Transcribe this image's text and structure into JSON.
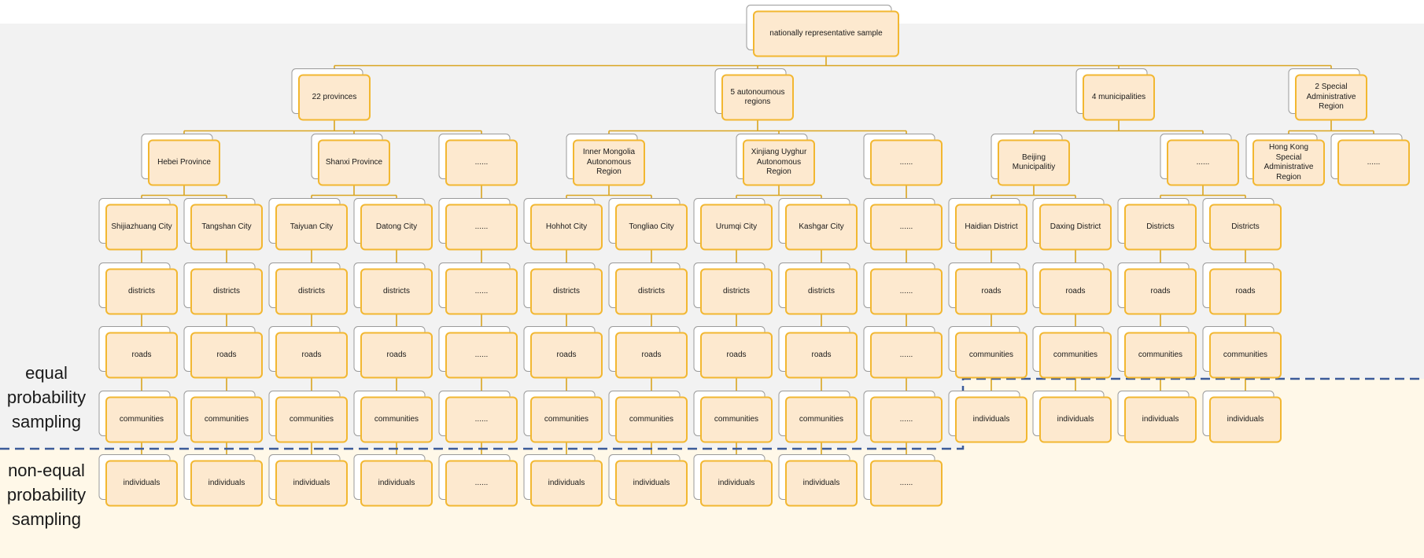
{
  "colors": {
    "upper_background": "#f2f2f2",
    "lower_background": "#fff8e8",
    "node_fill": "#fde9cf",
    "node_border": "#f2b731",
    "edge": "#d9a520",
    "divider": "#3b5b9a",
    "marker": "#c00000"
  },
  "side_labels": {
    "upper": "equal probability sampling",
    "lower": "non-equal probability sampling"
  },
  "nodes": [
    {
      "id": "root",
      "label": "nationally representative sample"
    },
    {
      "id": "prov",
      "label": "22 provinces",
      "parent": "root"
    },
    {
      "id": "auto",
      "label": "5 autonoumous regions",
      "parent": "root"
    },
    {
      "id": "muni",
      "label": "4 municipalities",
      "parent": "root"
    },
    {
      "id": "sar",
      "label": "2 Special Administrative Region",
      "parent": "root"
    },
    {
      "id": "hebei",
      "label": "Hebei Province",
      "parent": "prov"
    },
    {
      "id": "shanxi",
      "label": "Shanxi Province",
      "parent": "prov"
    },
    {
      "id": "prov_etc",
      "label": "......",
      "parent": "prov"
    },
    {
      "id": "imong",
      "label": "Inner Mongolia Autonomous Region",
      "parent": "auto"
    },
    {
      "id": "xinj",
      "label": "Xinjiang Uyghur Autonomous Region",
      "parent": "auto"
    },
    {
      "id": "auto_etc",
      "label": "......",
      "parent": "auto"
    },
    {
      "id": "beijing",
      "label": "Beijing Municipalitiy",
      "parent": "muni"
    },
    {
      "id": "muni_etc",
      "label": "......",
      "parent": "muni"
    },
    {
      "id": "hk",
      "label": "Hong Kong Special Administrative Region",
      "parent": "sar"
    },
    {
      "id": "sar_etc",
      "label": "......",
      "parent": "sar"
    },
    {
      "id": "sjz",
      "label": "Shijiazhuang City",
      "parent": "hebei"
    },
    {
      "id": "ts",
      "label": "Tangshan City",
      "parent": "hebei"
    },
    {
      "id": "ty",
      "label": "Taiyuan City",
      "parent": "shanxi"
    },
    {
      "id": "dt",
      "label": "Datong City",
      "parent": "shanxi"
    },
    {
      "id": "pe1",
      "label": "......",
      "parent": "prov_etc"
    },
    {
      "id": "hh",
      "label": "Hohhot City",
      "parent": "imong"
    },
    {
      "id": "tl",
      "label": "Tongliao City",
      "parent": "imong"
    },
    {
      "id": "ur",
      "label": "Urumqi  City",
      "parent": "xinj"
    },
    {
      "id": "ks",
      "label": "Kashgar City",
      "parent": "xinj"
    },
    {
      "id": "ae1",
      "label": "......",
      "parent": "auto_etc"
    },
    {
      "id": "hd",
      "label": "Haidian District",
      "parent": "beijing"
    },
    {
      "id": "dx",
      "label": "Daxing District",
      "parent": "beijing"
    },
    {
      "id": "md1",
      "label": "Districts",
      "parent": "muni_etc"
    },
    {
      "id": "md2",
      "label": "Districts",
      "parent": "muni_etc"
    },
    {
      "id": "sjz_d",
      "label": "districts",
      "parent": "sjz"
    },
    {
      "id": "ts_d",
      "label": "districts",
      "parent": "ts"
    },
    {
      "id": "ty_d",
      "label": "districts",
      "parent": "ty"
    },
    {
      "id": "dt_d",
      "label": "districts",
      "parent": "dt"
    },
    {
      "id": "pe2",
      "label": "......",
      "parent": "pe1"
    },
    {
      "id": "hh_d",
      "label": "districts",
      "parent": "hh"
    },
    {
      "id": "tl_d",
      "label": "districts",
      "parent": "tl"
    },
    {
      "id": "ur_d",
      "label": "districts",
      "parent": "ur"
    },
    {
      "id": "ks_d",
      "label": "districts",
      "parent": "ks"
    },
    {
      "id": "ae2",
      "label": "......",
      "parent": "ae1"
    },
    {
      "id": "hd_r",
      "label": "roads",
      "parent": "hd"
    },
    {
      "id": "dx_r",
      "label": "roads",
      "parent": "dx"
    },
    {
      "id": "md1_r",
      "label": "roads",
      "parent": "md1"
    },
    {
      "id": "md2_r",
      "label": "roads",
      "parent": "md2"
    },
    {
      "id": "sjz_r",
      "label": "roads",
      "parent": "sjz_d"
    },
    {
      "id": "ts_r",
      "label": "roads",
      "parent": "ts_d"
    },
    {
      "id": "ty_r",
      "label": "roads",
      "parent": "ty_d"
    },
    {
      "id": "dt_r",
      "label": "roads",
      "parent": "dt_d"
    },
    {
      "id": "pe3",
      "label": "......",
      "parent": "pe2"
    },
    {
      "id": "hh_r",
      "label": "roads",
      "parent": "hh_d"
    },
    {
      "id": "tl_r",
      "label": "roads",
      "parent": "tl_d"
    },
    {
      "id": "ur_r",
      "label": "roads",
      "parent": "ur_d"
    },
    {
      "id": "ks_r",
      "label": "roads",
      "parent": "ks_d"
    },
    {
      "id": "ae3",
      "label": "......",
      "parent": "ae2"
    },
    {
      "id": "hd_c",
      "label": "communities",
      "parent": "hd_r"
    },
    {
      "id": "dx_c",
      "label": "communities",
      "parent": "dx_r"
    },
    {
      "id": "md1_c",
      "label": "communities",
      "parent": "md1_r"
    },
    {
      "id": "md2_c",
      "label": "communities",
      "parent": "md2_r"
    },
    {
      "id": "sjz_c",
      "label": "communities",
      "parent": "sjz_r"
    },
    {
      "id": "ts_c",
      "label": "communities",
      "parent": "ts_r"
    },
    {
      "id": "ty_c",
      "label": "communities",
      "parent": "ty_r"
    },
    {
      "id": "dt_c",
      "label": "communities",
      "parent": "dt_r"
    },
    {
      "id": "pe4",
      "label": "......",
      "parent": "pe3"
    },
    {
      "id": "hh_c",
      "label": "communities",
      "parent": "hh_r"
    },
    {
      "id": "tl_c",
      "label": "communities",
      "parent": "tl_r"
    },
    {
      "id": "ur_c",
      "label": "communities",
      "parent": "ur_r"
    },
    {
      "id": "ks_c",
      "label": "communities",
      "parent": "ks_r"
    },
    {
      "id": "ae4",
      "label": "......",
      "parent": "ae3"
    },
    {
      "id": "hd_i",
      "label": "individuals",
      "parent": "hd_c"
    },
    {
      "id": "dx_i",
      "label": "individuals",
      "parent": "dx_c"
    },
    {
      "id": "md1_i",
      "label": "individuals",
      "parent": "md1_c"
    },
    {
      "id": "md2_i",
      "label": "individuals",
      "parent": "md2_c"
    },
    {
      "id": "sjz_i",
      "label": "individuals",
      "parent": "sjz_c"
    },
    {
      "id": "ts_i",
      "label": "individuals",
      "parent": "ts_c"
    },
    {
      "id": "ty_i",
      "label": "individuals",
      "parent": "ty_c"
    },
    {
      "id": "dt_i",
      "label": "individuals",
      "parent": "dt_c"
    },
    {
      "id": "pe5",
      "label": "......",
      "parent": "pe4"
    },
    {
      "id": "hh_i",
      "label": "individuals",
      "parent": "hh_c"
    },
    {
      "id": "tl_i",
      "label": "individuals",
      "parent": "tl_c"
    },
    {
      "id": "ur_i",
      "label": "individuals",
      "parent": "ur_c"
    },
    {
      "id": "ks_i",
      "label": "individuals",
      "parent": "ks_c"
    },
    {
      "id": "ae5",
      "label": "......",
      "parent": "ae4"
    }
  ]
}
